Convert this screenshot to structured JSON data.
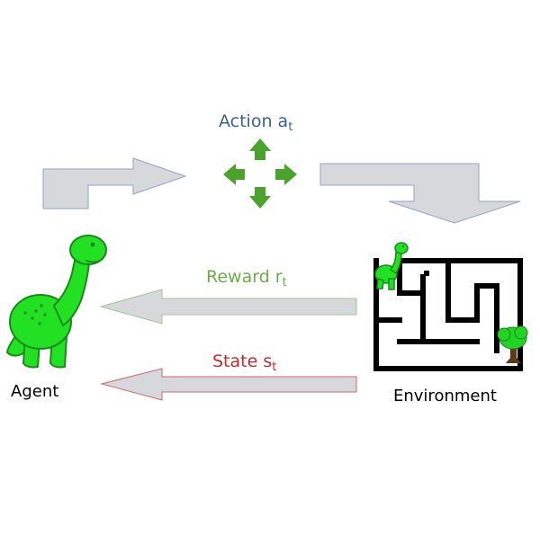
{
  "action": {
    "label": "Action a",
    "subscript": "t"
  },
  "reward": {
    "label": "Reward r",
    "subscript": "t"
  },
  "state": {
    "label": "State s",
    "subscript": "t"
  },
  "agent": {
    "label": "Agent"
  },
  "environment": {
    "label": "Environment"
  },
  "colors": {
    "action_text": "#3a5f9f",
    "reward_text": "#6aac4a",
    "state_text": "#c8282e",
    "arrow_fill": "#d6d8db",
    "arrow_stroke_blue": "#8ea6c8",
    "arrow_stroke_green": "#9fc98f",
    "arrow_stroke_red": "#cf6a6a",
    "dino_green": "#22e122",
    "dino_dark": "#1a8a1a",
    "move_green": "#4aa32a",
    "maze_black": "#000000",
    "tree_green": "#22d422",
    "tree_trunk": "#5a3a1a"
  },
  "icons": {
    "action": "move-arrows-icon",
    "agent": "dinosaur-icon",
    "environment": "maze-icon",
    "goal": "tree-icon"
  }
}
